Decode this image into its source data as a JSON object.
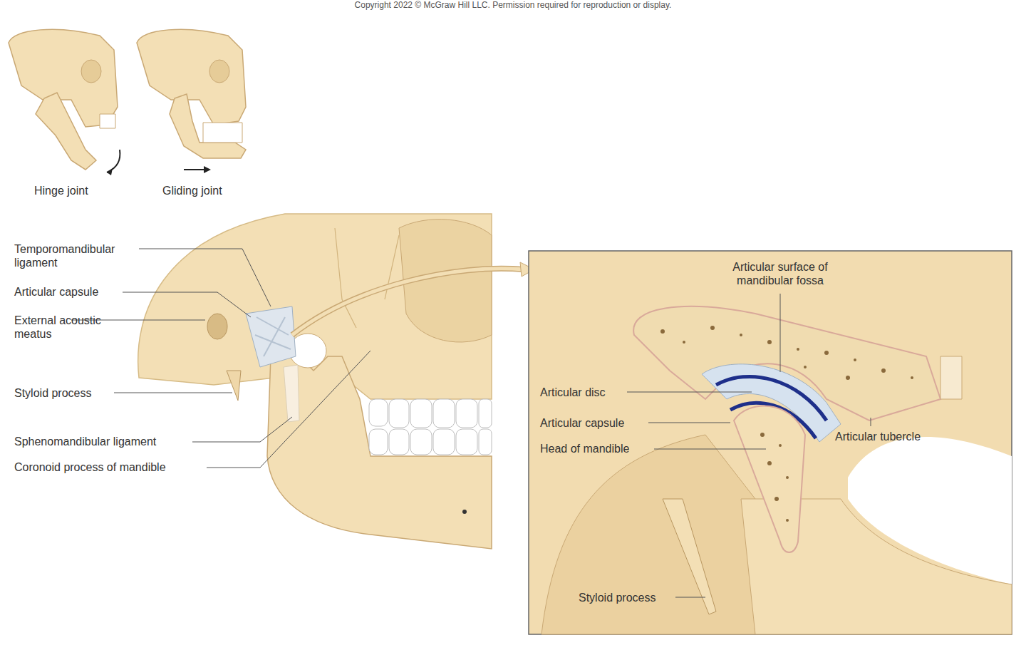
{
  "diagram": {
    "labels": [
      "Copyright 2022 © McGraw Hill LLC. Permission required for reproduction or display.",
      "Hinge joint",
      "Gliding joint",
      "Temporomandibular ligament",
      "Articular capsule",
      "External acoustic meatus",
      "Styloid process",
      "Sphenomandibular ligament",
      "Coronoid process of mandible",
      "Articular surface of mandibular fossa",
      "Articular disc",
      "Articular capsule",
      "Head of mandible",
      "Articular tubercle",
      "Styloid process"
    ]
  }
}
